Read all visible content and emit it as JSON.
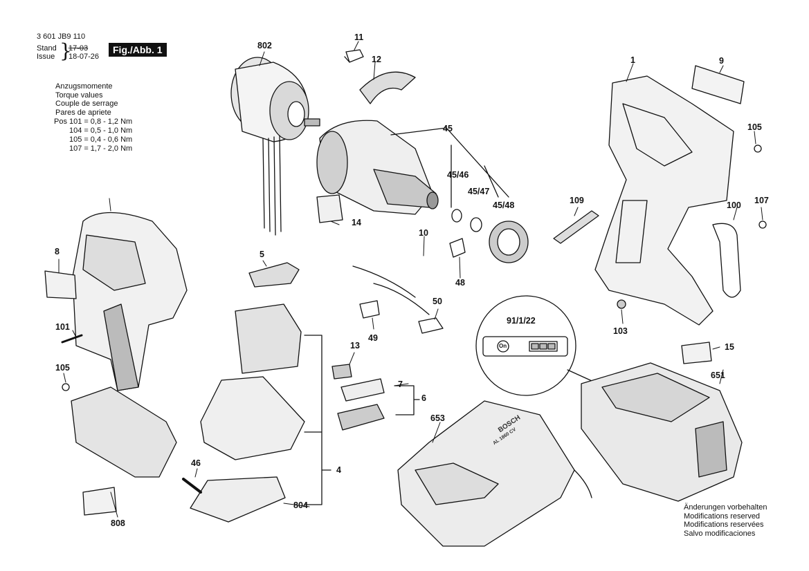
{
  "header": {
    "doc_number": "3 601 JB9 110",
    "stand_label": "Stand",
    "issue_label": "Issue",
    "old_date": "17-03",
    "new_date": "18-07-26",
    "figure_label": "Fig./Abb. 1"
  },
  "torque": {
    "titles": [
      "Anzugsmomente",
      "Torque values",
      "Couple de serrage",
      "Pares de apriete"
    ],
    "pos_label": "Pos",
    "rows": [
      {
        "pos": "101",
        "min": "0,8",
        "max": "1,2 Nm"
      },
      {
        "pos": "104",
        "min": "0,5",
        "max": "1,0 Nm"
      },
      {
        "pos": "105",
        "min": "0,4",
        "max": "0,6 Nm"
      },
      {
        "pos": "107",
        "min": "1,7",
        "max": "2,0 Nm"
      }
    ]
  },
  "parts": [
    "802",
    "11",
    "12",
    "45",
    "45/46",
    "45/47",
    "45/48",
    "14",
    "1",
    "9",
    "105",
    "109",
    "100",
    "107",
    "103",
    "8",
    "101",
    "105",
    "5",
    "10",
    "48",
    "50",
    "49",
    "91/1/22",
    "13",
    "7",
    "6",
    "15",
    "651",
    "653",
    "46",
    "804",
    "4",
    "808"
  ],
  "battery_indicator": "On",
  "footer": [
    "Änderungen vorbehalten",
    "Modifications reserved",
    "Modifications reservées",
    "Salvo modificaciones"
  ],
  "charger_brand": "BOSCH",
  "charger_model": "AL 1860 CV"
}
